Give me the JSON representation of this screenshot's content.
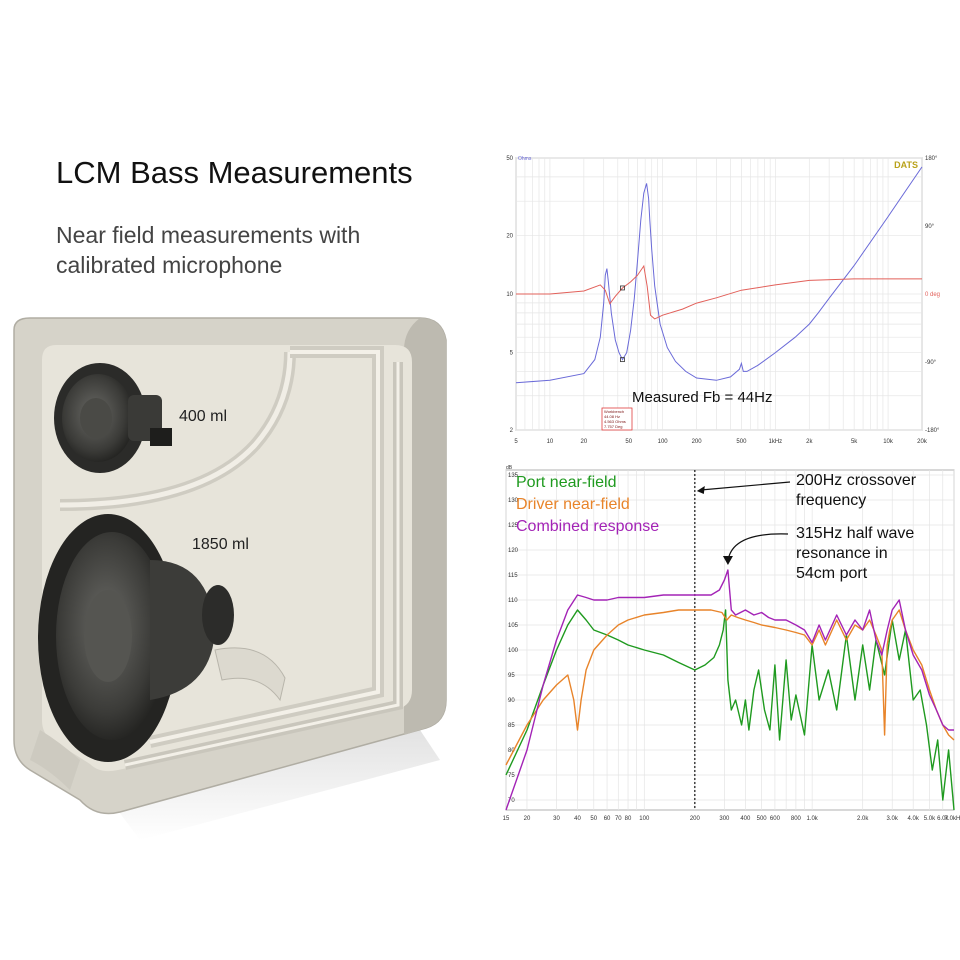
{
  "page": {
    "title": "LCM Bass Measurements",
    "subtitle": "Near field measurements with calibrated microphone"
  },
  "cabinet": {
    "upper_volume_label": "400 ml",
    "lower_volume_label": "1850 ml"
  },
  "colors": {
    "impedance_magnitude": "#6a6ad8",
    "impedance_phase": "#e2605a",
    "port": "#1f9a1f",
    "driver": "#e8842a",
    "combined": "#a323b6",
    "dats_badge": "#b9a21a"
  },
  "chart_data": [
    {
      "type": "line",
      "badge": "DATS",
      "y_unit_label": "Ohms",
      "x_scale": "log",
      "y_scale": "log",
      "xlim": [
        5,
        20000
      ],
      "ylim": [
        2,
        50
      ],
      "x_ticks": [
        "5",
        "10",
        "20",
        "50",
        "100",
        "200",
        "500",
        "1kHz",
        "2k",
        "5k",
        "10k",
        "20k"
      ],
      "y_ticks": [
        "50",
        "20",
        "10",
        "5",
        "2"
      ],
      "y2_ticks": [
        "180°",
        "90°",
        "0 deg",
        "-90°",
        "-180°"
      ],
      "y2lim": [
        -180,
        180
      ],
      "annotation": "Measured Fb = 44Hz",
      "cursor_box": [
        "Workbench",
        "44.08 Hz",
        "4.563 Ohms",
        "7.757 Deg"
      ],
      "series": [
        {
          "role": "impedance",
          "x": [
            5,
            10,
            20,
            25,
            28,
            30,
            31,
            32,
            33,
            35,
            38,
            41,
            44,
            48,
            52,
            56,
            60,
            64,
            68,
            72,
            75,
            77,
            80,
            85,
            95,
            110,
            130,
            160,
            200,
            300,
            400,
            480,
            500,
            520,
            560,
            700,
            1000,
            1500,
            2000,
            2400,
            3000,
            5000,
            10000,
            20000
          ],
          "y": [
            3.5,
            3.6,
            3.9,
            4.6,
            6.0,
            9.0,
            12.5,
            13.5,
            11.5,
            8.0,
            5.8,
            5.0,
            4.6,
            5.0,
            6.5,
            9.5,
            15,
            24,
            33,
            37,
            31,
            24,
            17,
            11,
            7.0,
            5.3,
            4.5,
            4.0,
            3.7,
            3.6,
            3.75,
            4.1,
            4.4,
            4.0,
            4.0,
            4.3,
            5.0,
            6.0,
            7.0,
            8.0,
            9.5,
            14,
            25,
            45
          ]
        },
        {
          "role": "phase",
          "x": [
            5,
            10,
            20,
            28,
            31,
            34,
            38,
            44,
            52,
            60,
            68,
            73,
            78,
            85,
            100,
            150,
            200,
            300,
            500,
            1000,
            2000,
            5000,
            20000
          ],
          "y": [
            0,
            0,
            4,
            12,
            5,
            -13,
            -3,
            8,
            16,
            25,
            37,
            10,
            -28,
            -33,
            -28,
            -20,
            -12,
            -5,
            5,
            12,
            18,
            20,
            20
          ]
        }
      ]
    },
    {
      "type": "line",
      "y_unit_label": "dB",
      "x_scale": "log",
      "xlim": [
        15,
        7000
      ],
      "ylim": [
        68,
        136
      ],
      "x_ticks": [
        "15",
        "20",
        "30",
        "40",
        "50",
        "60",
        "70",
        "80",
        "100",
        "200",
        "300",
        "400",
        "500",
        "600",
        "800",
        "1.0k",
        "2.0k",
        "3.0k",
        "4.0k",
        "5.0k",
        "6.0k",
        "7.0kHz"
      ],
      "y_ticks": [
        "135",
        "130",
        "125",
        "120",
        "115",
        "110",
        "105",
        "100",
        "95",
        "90",
        "85",
        "80",
        "75",
        "70"
      ],
      "crossover_x": 200,
      "annotations": {
        "crossover": "200Hz crossover frequency",
        "resonance": "315Hz half wave resonance in 54cm port"
      },
      "series": [
        {
          "name": "Port near-field",
          "x": [
            15,
            20,
            25,
            30,
            35,
            40,
            45,
            50,
            60,
            70,
            80,
            100,
            130,
            160,
            200,
            230,
            260,
            280,
            295,
            305,
            315,
            330,
            350,
            380,
            400,
            420,
            450,
            480,
            520,
            560,
            600,
            640,
            700,
            750,
            800,
            900,
            1000,
            1100,
            1250,
            1400,
            1600,
            1800,
            2000,
            2200,
            2400,
            2700,
            3000,
            3300,
            3600,
            4000,
            4400,
            4800,
            5200,
            5600,
            6000,
            6500,
            7000
          ],
          "y": [
            75,
            84,
            93,
            100,
            105,
            108,
            106,
            104,
            103,
            102,
            101,
            100,
            99,
            97.5,
            96,
            97,
            98.5,
            101,
            104,
            108,
            94,
            88,
            90,
            85,
            90,
            84,
            92,
            96,
            88,
            84,
            97,
            82,
            98,
            86,
            91,
            83,
            101,
            90,
            96,
            88,
            103,
            90,
            101,
            92,
            102,
            95,
            106,
            98,
            104,
            90,
            92,
            85,
            76,
            82,
            70,
            80,
            68
          ]
        },
        {
          "name": "Driver near-field",
          "x": [
            15,
            20,
            25,
            30,
            35,
            38,
            40,
            42,
            45,
            50,
            60,
            70,
            80,
            100,
            130,
            160,
            200,
            250,
            290,
            310,
            330,
            360,
            400,
            450,
            500,
            600,
            700,
            800,
            900,
            1000,
            1100,
            1200,
            1400,
            1600,
            1800,
            2000,
            2200,
            2400,
            2600,
            2700,
            2800,
            2900,
            3000,
            3300,
            3600,
            4000,
            4500,
            5000,
            5500,
            6000,
            6500,
            7000
          ],
          "y": [
            77,
            85,
            90,
            93,
            95,
            90,
            84,
            90,
            96,
            100,
            103,
            105,
            106,
            107,
            107.5,
            108,
            108,
            108,
            107.5,
            106,
            107,
            106.5,
            106,
            105.5,
            105,
            104.5,
            104,
            103.5,
            103,
            101,
            104,
            101,
            106,
            102,
            105,
            104,
            106,
            103,
            100,
            83,
            101,
            104,
            106,
            108,
            104,
            100,
            97,
            92,
            88,
            85,
            83,
            82
          ]
        },
        {
          "name": "Combined response",
          "x": [
            15,
            20,
            25,
            30,
            35,
            40,
            45,
            50,
            60,
            70,
            80,
            100,
            130,
            160,
            200,
            250,
            280,
            300,
            315,
            330,
            350,
            400,
            450,
            500,
            550,
            600,
            700,
            800,
            900,
            1000,
            1100,
            1200,
            1400,
            1600,
            1800,
            2000,
            2200,
            2400,
            2600,
            2800,
            3000,
            3300,
            3600,
            4000,
            4500,
            5000,
            5500,
            6000,
            6500,
            7000
          ],
          "y": [
            66,
            80,
            93,
            102,
            108,
            111,
            110.5,
            110,
            110,
            110.5,
            110.5,
            110.5,
            111,
            111,
            111,
            111,
            112,
            114,
            116,
            108,
            107,
            108,
            107,
            107.5,
            106.5,
            106,
            106,
            105,
            104,
            101.5,
            105,
            102,
            107,
            103,
            106,
            104,
            108,
            102,
            99,
            104,
            108,
            110,
            104,
            99,
            96,
            91,
            88,
            85,
            84,
            84
          ]
        }
      ]
    }
  ]
}
